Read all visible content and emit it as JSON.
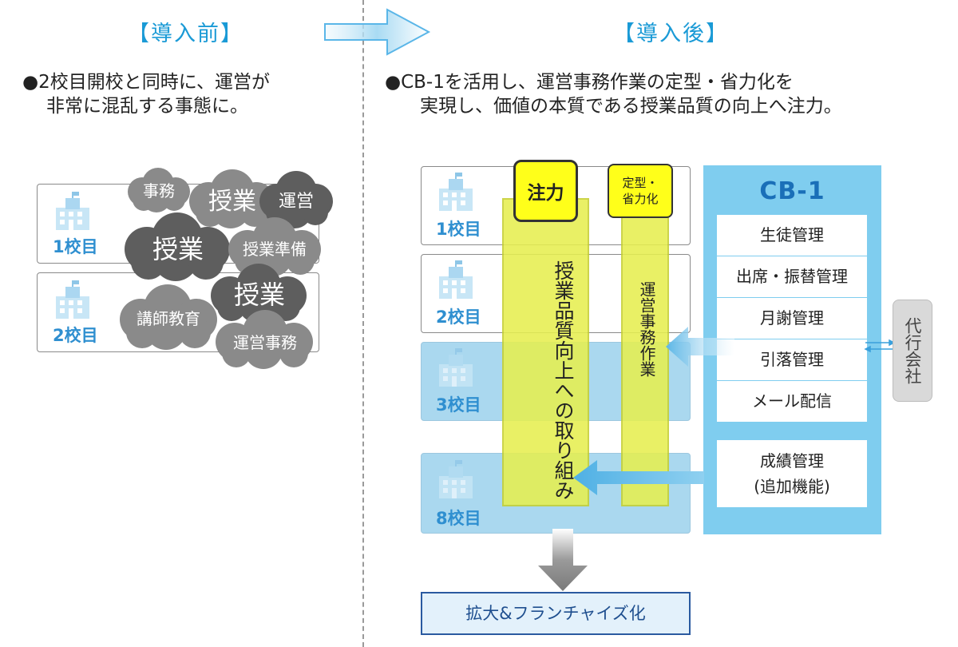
{
  "before": {
    "heading": "【導入前】",
    "bullet_line1": "●2校目開校と同時に、運営が",
    "bullet_line2": "非常に混乱する事態に。",
    "schools": [
      {
        "label": "1校目"
      },
      {
        "label": "2校目"
      }
    ],
    "clouds": [
      {
        "text": "事務",
        "color": "#8a8a8a"
      },
      {
        "text": "授業",
        "color": "#8a8a8a"
      },
      {
        "text": "運営",
        "color": "#5e5e5e"
      },
      {
        "text": "授業",
        "color": "#5e5e5e"
      },
      {
        "text": "授業準備",
        "color": "#8a8a8a"
      },
      {
        "text": "授業",
        "color": "#5e5e5e"
      },
      {
        "text": "講師教育",
        "color": "#8a8a8a"
      },
      {
        "text": "運営事務",
        "color": "#8a8a8a"
      }
    ]
  },
  "after": {
    "heading": "【導入後】",
    "bullet_line1": "●CB-1を活用し、運営事務作業の定型・省力化を",
    "bullet_line2": "実現し、価値の本質である授業品質の向上へ注力。",
    "schools": [
      {
        "label": "1校目"
      },
      {
        "label": "2校目"
      },
      {
        "label": "3校目"
      },
      {
        "label": "8校目"
      }
    ],
    "focus_tag": "注力",
    "focus_column_text": "授業品質向上への取り組み",
    "efficiency_tag_line1": "定型・",
    "efficiency_tag_line2": "省力化",
    "efficiency_column_text": "運営事務作業",
    "cb1": {
      "title": "CB-1",
      "items": [
        "生徒管理",
        "出席・振替管理",
        "月謝管理",
        "引落管理",
        "メール配信"
      ],
      "extra_line1": "成績管理",
      "extra_line2": "(追加機能)"
    },
    "agency": "代行会社",
    "result": "拡大&フランチャイズ化"
  },
  "colors": {
    "heading": "#1a9ad6",
    "yellow": "#e6ef50",
    "cb_panel": "#7fcdef",
    "cb_title": "#1a6fb8",
    "school_label": "#2f8fd0"
  }
}
